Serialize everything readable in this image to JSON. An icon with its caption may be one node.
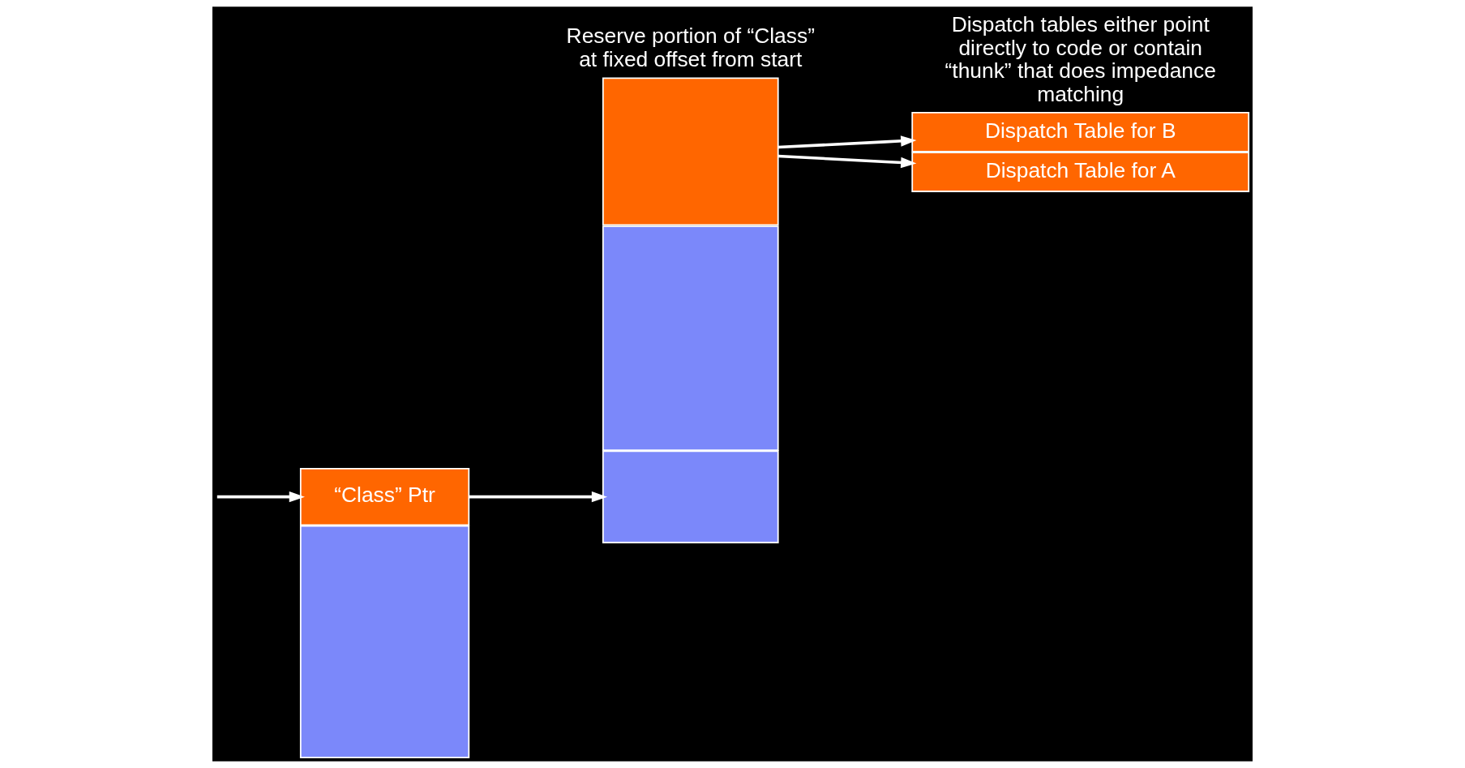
{
  "diagram": {
    "nodes": [
      {
        "text": [
          "“Class” Ptr"
        ]
      },
      {
        "text": [],
        "shape": "box"
      },
      {
        "text": [],
        "shape": "box"
      },
      {
        "text": [],
        "shape": "box"
      },
      {
        "text": [],
        "shape": "box"
      },
      {
        "text": [
          "Dispatch Table for A"
        ]
      },
      {
        "text": [
          "Dispatch Table for B"
        ]
      }
    ],
    "edges": [
      {
        "from": null,
        "to": 0,
        "arrow": "to"
      },
      {
        "from": 0,
        "to": 2,
        "arrow": "to"
      },
      {
        "from": 3,
        "to": 5,
        "arrow": "to"
      },
      {
        "from": 3,
        "to": 6,
        "arrow": "to"
      }
    ],
    "labels": [
      "Reserve portion of “Class” at fixed offset from start",
      "Dispatch tables either point directly to code or contain “thunk” that does impedance matching"
    ]
  }
}
